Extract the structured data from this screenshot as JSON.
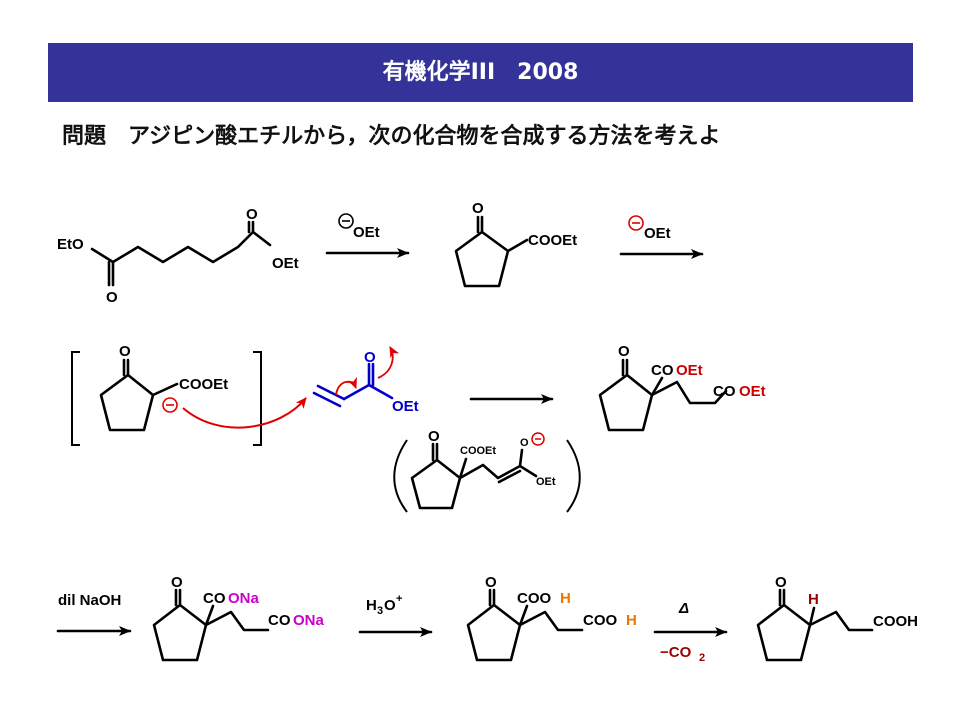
{
  "header": {
    "title": "有機化学III　2008"
  },
  "problem": {
    "text": "問題　アジピン酸エチルから，次の化合物を合成する方法を考えよ"
  },
  "labels": {
    "eto": "EtO",
    "oet": "OEt",
    "cooet": "COOEt",
    "co": "CO",
    "o": "O",
    "ona": "ONa",
    "cooh_co": "COO",
    "h": "H",
    "cooh": "COOH"
  },
  "reagents": {
    "alkoxide": "OEt",
    "dil_naoh": "dil NaOH",
    "h3o_h": "H",
    "h3o_3": "3",
    "h3o_o": "O",
    "h3o_plus": "+",
    "delta": "Δ",
    "minus_co2": "−CO",
    "co2_sub": "2"
  },
  "colors": {
    "header_bg": "#333399",
    "acrylate_blue": "#0000cc",
    "arrow_red": "#e00000",
    "highlight_red": "#cc0000",
    "sodium_magenta": "#cc00cc",
    "proton_orange": "#ee7700",
    "hydrogen_darkred": "#990000"
  }
}
